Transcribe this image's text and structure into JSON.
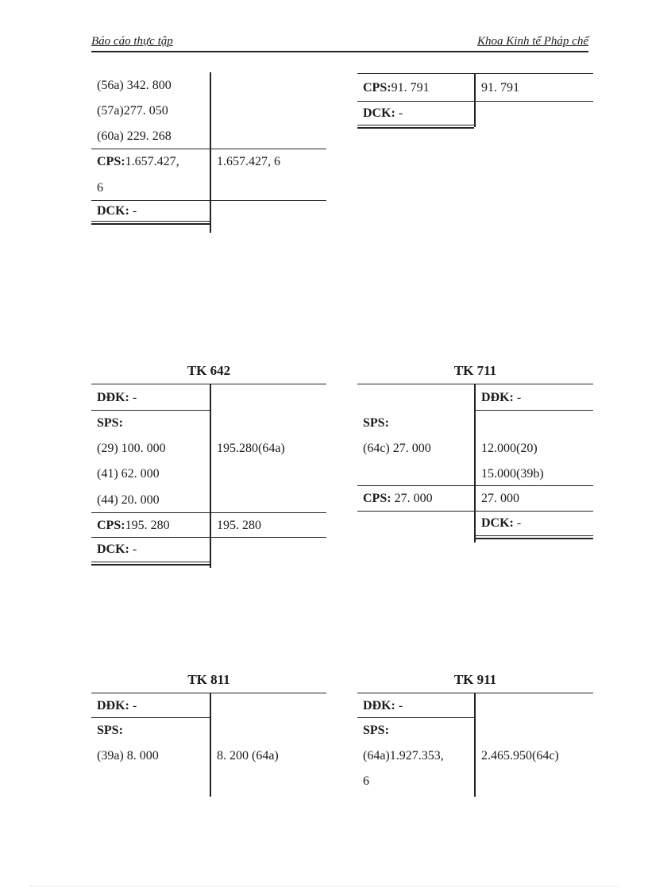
{
  "header": {
    "left": "Báo cáo thực tập",
    "right": "Khoa Kinh tế Pháp chế"
  },
  "accounts": {
    "cont_left": {
      "entries": [
        "(56a) 342. 800",
        "(57a)277. 050",
        "(60a) 229. 268"
      ],
      "cps_label": "CPS:",
      "cps_value": "1.657.427,",
      "cps_wrap": "6",
      "cps_credit": "1.657.427, 6",
      "dck_label": "DCK:",
      "dck_value": " -"
    },
    "cont_right": {
      "cps_label": "CPS:",
      "cps_value": "91. 791",
      "cps_credit": "91. 791",
      "dck_label": "DCK:",
      "dck_value": " -"
    },
    "tk642": {
      "title": "TK 642",
      "ddk_label": "DĐK:",
      "ddk_value": " -",
      "sps_label": "SPS:",
      "debit_entries": [
        "(29) 100. 000",
        "(41) 62. 000",
        "(44) 20. 000"
      ],
      "credit_entries": [
        "195.280(64a)"
      ],
      "cps_label": "CPS:",
      "cps_value": "195. 280",
      "cps_credit": "195. 280",
      "dck_label": "DCK:",
      "dck_value": " -"
    },
    "tk711": {
      "title": "TK 711",
      "ddk_label": "DĐK:",
      "ddk_value": " -",
      "sps_label": "SPS:",
      "debit_entries": [
        "(64c) 27. 000"
      ],
      "credit_entries": [
        "12.000(20)",
        "15.000(39b)"
      ],
      "cps_label": "CPS:",
      "cps_value": " 27. 000",
      "cps_credit": "27. 000",
      "dck_label": "DCK:",
      "dck_value": " -"
    },
    "tk811": {
      "title": "TK 811",
      "ddk_label": "DĐK:",
      "ddk_value": " -",
      "sps_label": "SPS:",
      "debit_entries": [
        "(39a) 8. 000"
      ],
      "credit_entries": [
        "8. 200 (64a)"
      ]
    },
    "tk911": {
      "title": "TK 911",
      "ddk_label": "DĐK:",
      "ddk_value": " -",
      "sps_label": "SPS:",
      "debit_line1": "(64a)1.927.353,",
      "debit_line2": "6",
      "credit_entries": [
        "2.465.950(64c)"
      ]
    }
  }
}
